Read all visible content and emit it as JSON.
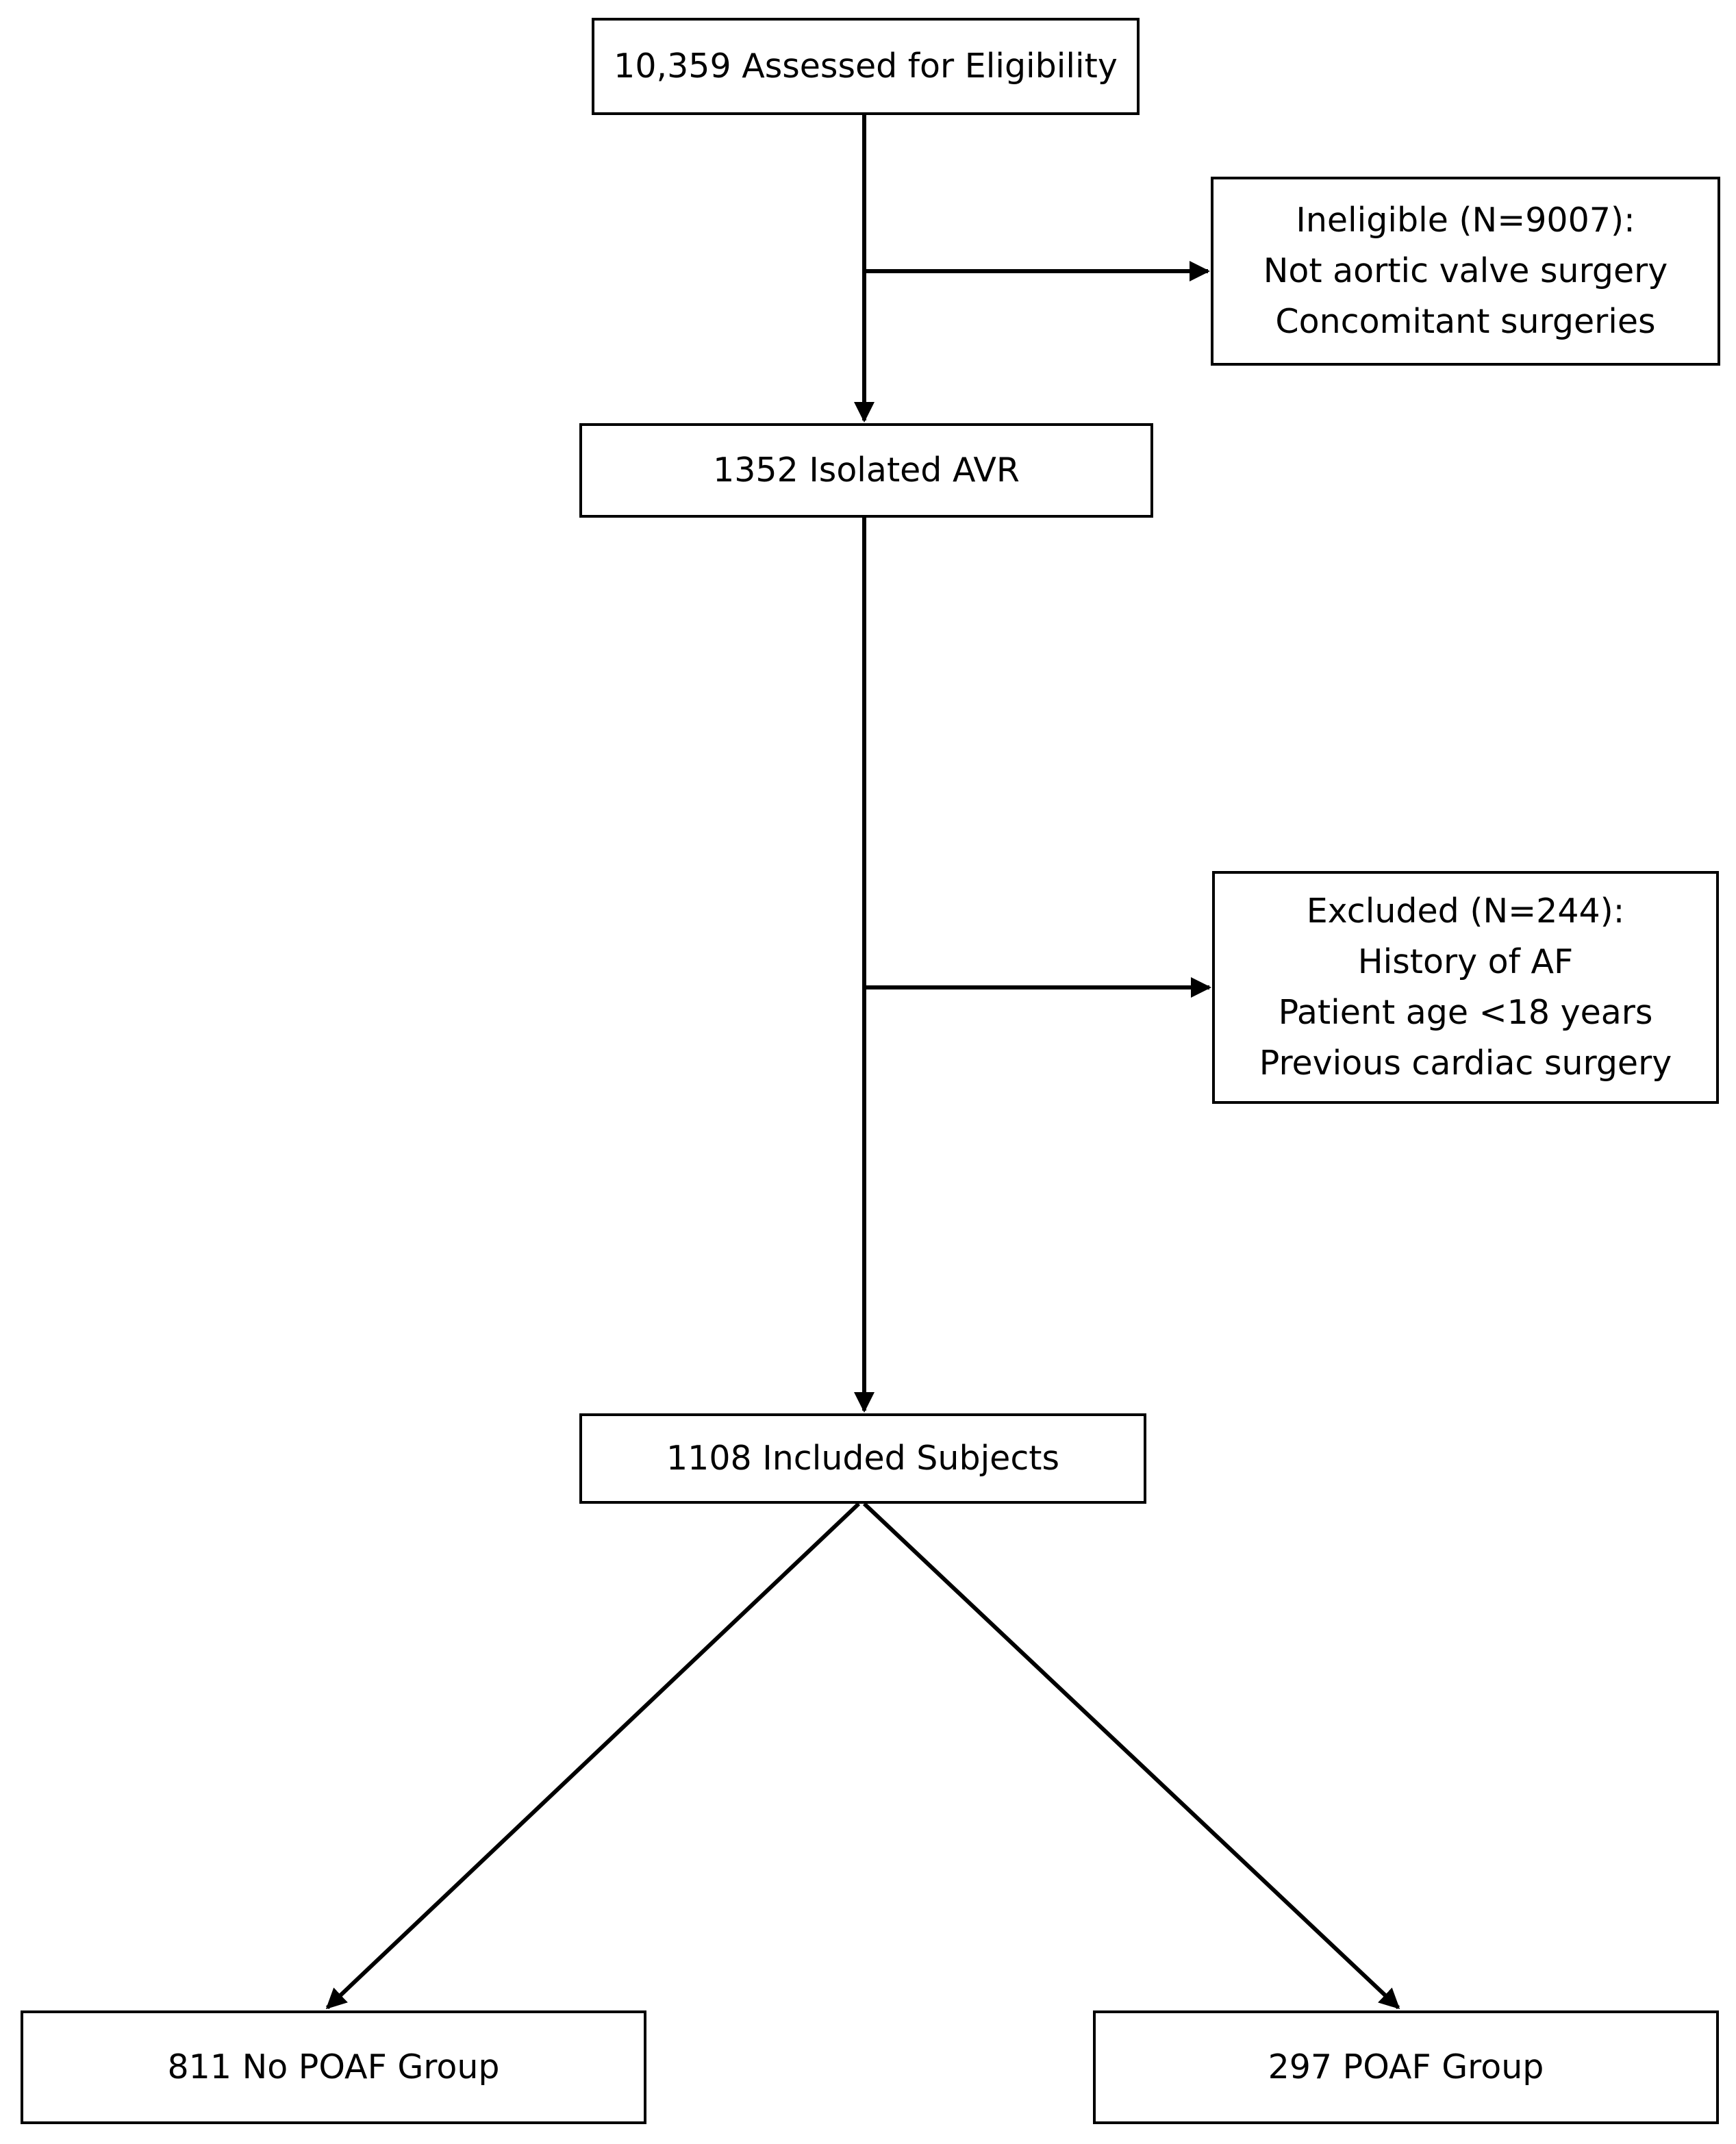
{
  "nodes": {
    "assessed": {
      "lines": [
        "10,359 Assessed for Eligibility"
      ]
    },
    "ineligible": {
      "lines": [
        "Ineligible (N=9007):",
        "Not aortic valve surgery",
        "Concomitant surgeries"
      ]
    },
    "isolated": {
      "lines": [
        "1352 Isolated AVR"
      ]
    },
    "excluded": {
      "lines": [
        "Excluded (N=244):",
        "History of AF",
        "Patient age <18 years",
        "Previous cardiac surgery"
      ]
    },
    "included": {
      "lines": [
        "1108 Included Subjects"
      ]
    },
    "no_poaf": {
      "lines": [
        "811 No POAF Group"
      ]
    },
    "poaf": {
      "lines": [
        "297 POAF Group"
      ]
    }
  },
  "edges": [
    {
      "from": "assessed",
      "to": "isolated"
    },
    {
      "from": "assessed",
      "to": "ineligible"
    },
    {
      "from": "isolated",
      "to": "included"
    },
    {
      "from": "isolated",
      "to": "excluded"
    },
    {
      "from": "included",
      "to": "no_poaf"
    },
    {
      "from": "included",
      "to": "poaf"
    }
  ]
}
